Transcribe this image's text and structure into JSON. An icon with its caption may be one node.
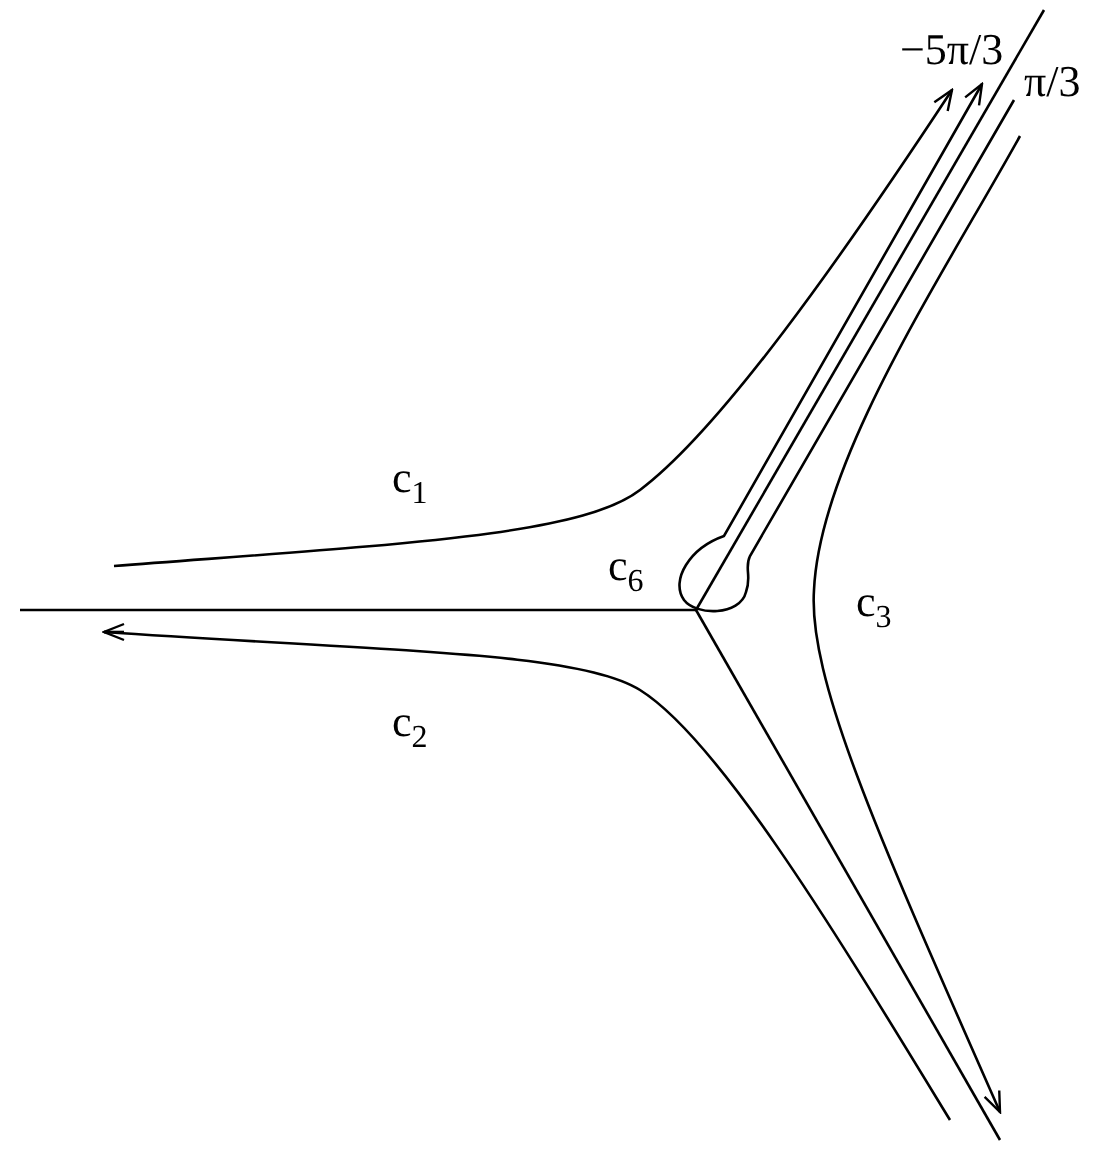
{
  "diagram": {
    "labels": [
      "−5π/3",
      "π/3",
      "c$_{1}$",
      "c$_{6}$",
      "c$_{3}$",
      "c$_{2}$"
    ]
  }
}
